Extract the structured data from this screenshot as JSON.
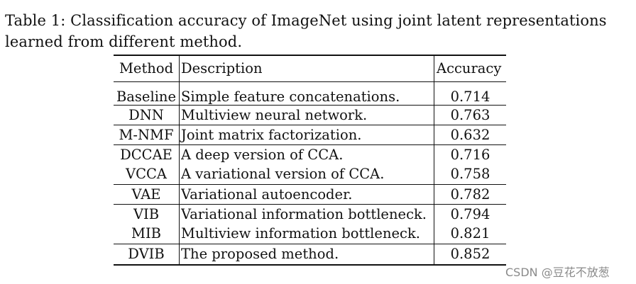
{
  "caption": "Table 1: Classification accuracy of ImageNet using joint latent representations learned from different method.",
  "table": {
    "headers": {
      "method": "Method",
      "description": "Description",
      "accuracy": "Accuracy"
    },
    "rows": [
      {
        "method": "Baseline",
        "description": "Simple feature concatenations.",
        "accuracy": "0.714"
      },
      {
        "method": "DNN",
        "description": "Multiview neural network.",
        "accuracy": "0.763"
      },
      {
        "method": "M-NMF",
        "description": "Joint matrix factorization.",
        "accuracy": "0.632"
      },
      {
        "method": "DCCAE",
        "description": "A deep version of CCA.",
        "accuracy": "0.716"
      },
      {
        "method": "VCCA",
        "description": "A variational version of CCA.",
        "accuracy": "0.758"
      },
      {
        "method": "VAE",
        "description": "Variational autoencoder.",
        "accuracy": "0.782"
      },
      {
        "method": "VIB",
        "description": "Variational information bottleneck.",
        "accuracy": "0.794"
      },
      {
        "method": "MIB",
        "description": "Multiview information bottleneck.",
        "accuracy": "0.821"
      },
      {
        "method": "DVIB",
        "description": "The proposed method.",
        "accuracy": "0.852",
        "bold": true
      }
    ]
  },
  "watermark": "CSDN @豆花不放葱"
}
